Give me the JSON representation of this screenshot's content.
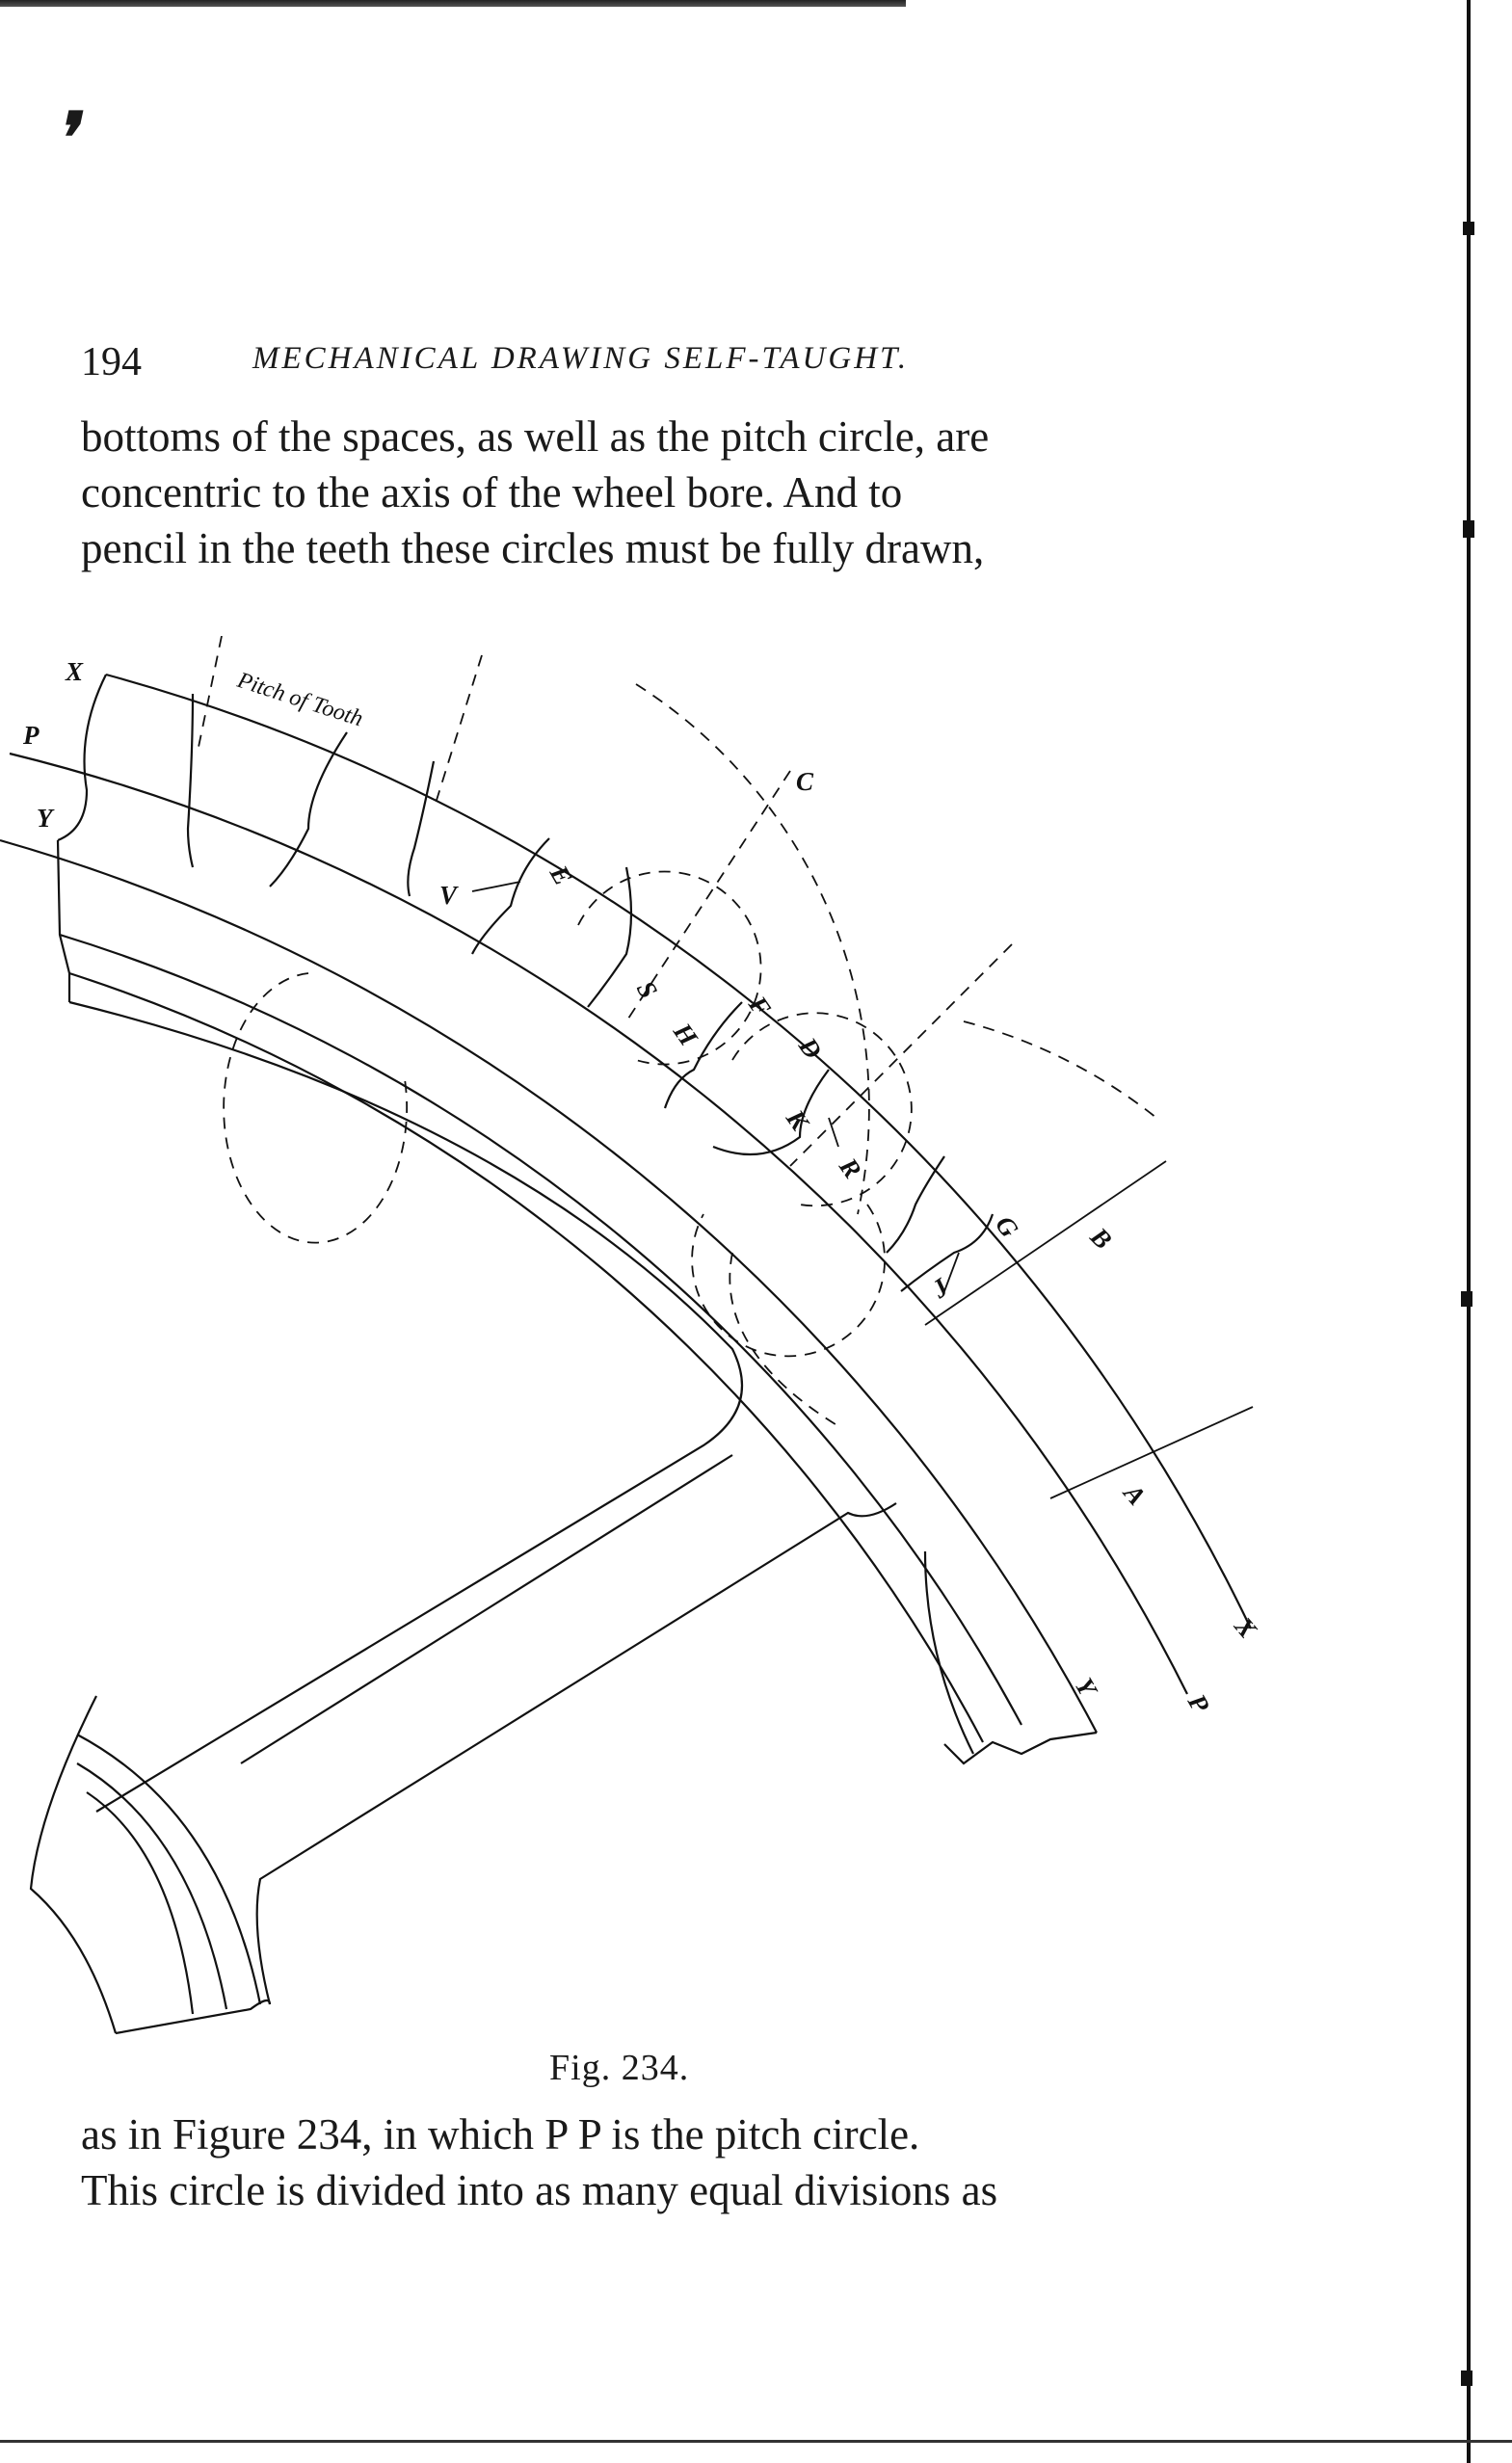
{
  "page": {
    "number": "194",
    "running_head": "MECHANICAL DRAWING SELF-TAUGHT.",
    "margin_mark": "❜"
  },
  "text_top": {
    "lines": [
      "bottoms of the spaces, as well as the pitch circle, are",
      "concentric to the axis of the wheel bore. And to",
      "pencil in the teeth these circles must be fully drawn,"
    ]
  },
  "figure": {
    "caption": "Fig. 234.",
    "pitch_label": "Pitch of Tooth",
    "labels": {
      "x_top": "X",
      "p_left": "P",
      "y_left": "Y",
      "c": "C",
      "e": "E",
      "v": "V",
      "s": "S",
      "h": "H",
      "f": "F",
      "d": "D",
      "k": "K",
      "r": "R",
      "g": "G",
      "b": "B",
      "j": "J",
      "a": "A",
      "x_right": "X",
      "y_right": "Y",
      "p_right": "P"
    }
  },
  "text_bottom": {
    "lines": [
      "as in Figure 234, in which P P is the pitch circle.",
      "This circle is divided into as many equal divisions as"
    ]
  }
}
